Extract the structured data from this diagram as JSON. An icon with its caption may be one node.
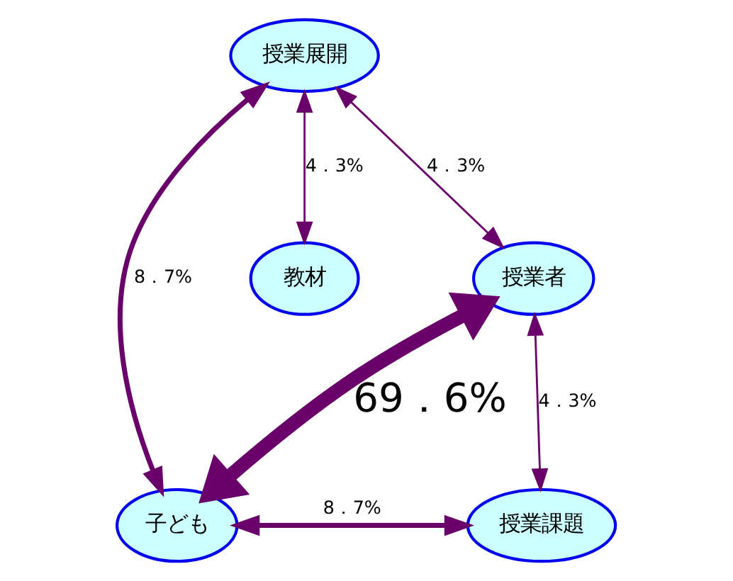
{
  "diagram": {
    "nodes": [
      {
        "text": [
          "授業展開"
        ]
      },
      {
        "text": [
          "授業者"
        ]
      },
      {
        "text": [
          "教材"
        ]
      },
      {
        "text": [
          "子ども"
        ]
      },
      {
        "text": [
          "授業課題"
        ]
      }
    ],
    "edges": [
      {
        "from": 0,
        "to": 1,
        "arrow": "both",
        "label": "4．3%"
      },
      {
        "from": 0,
        "to": 2,
        "arrow": "both",
        "label": "4．3%"
      },
      {
        "from": 1,
        "to": 4,
        "arrow": "both",
        "label": "4．3%"
      },
      {
        "from": 0,
        "to": 3,
        "arrow": "both",
        "label": "8．7%",
        "style": "thick"
      },
      {
        "from": 1,
        "to": 3,
        "arrow": "both",
        "label": "69．6%",
        "style": "thick"
      },
      {
        "from": 3,
        "to": 4,
        "arrow": "both",
        "label": "8．7%",
        "style": "thick"
      }
    ]
  }
}
